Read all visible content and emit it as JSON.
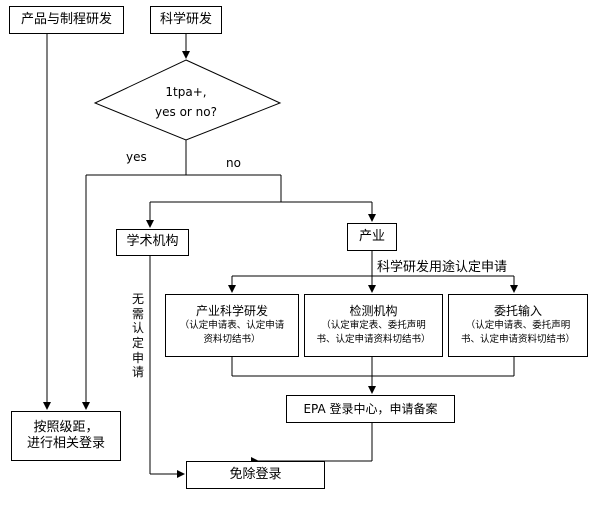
{
  "nodes": {
    "product_rd": "产品与制程研发",
    "science_rd": "科学研发",
    "decision_line1": "1tpa+,",
    "decision_line2": "yes or no?",
    "academic": "学术机构",
    "industry": "产业",
    "industry_rd": {
      "title": "产业科学研发",
      "line1": "（认定申请表、认定申请",
      "line2": "资料切结书）"
    },
    "testing": {
      "title": "检测机构",
      "line1": "（认定审定表、委托声明",
      "line2": "书、认定申请资料切结书）"
    },
    "commission": {
      "title": "委托输入",
      "line1": "（认定申请表、委托声明",
      "line2": "书、认定申请资料切结书）"
    },
    "epa": "EPA 登录中心，申请备案",
    "register": {
      "line1": "按照级距，",
      "line2": "进行相关登录"
    },
    "exempt": "免除登录"
  },
  "labels": {
    "yes": "yes",
    "no": "no",
    "purpose": "科学研发用途认定申请",
    "no_apply": "无需认定申请"
  }
}
